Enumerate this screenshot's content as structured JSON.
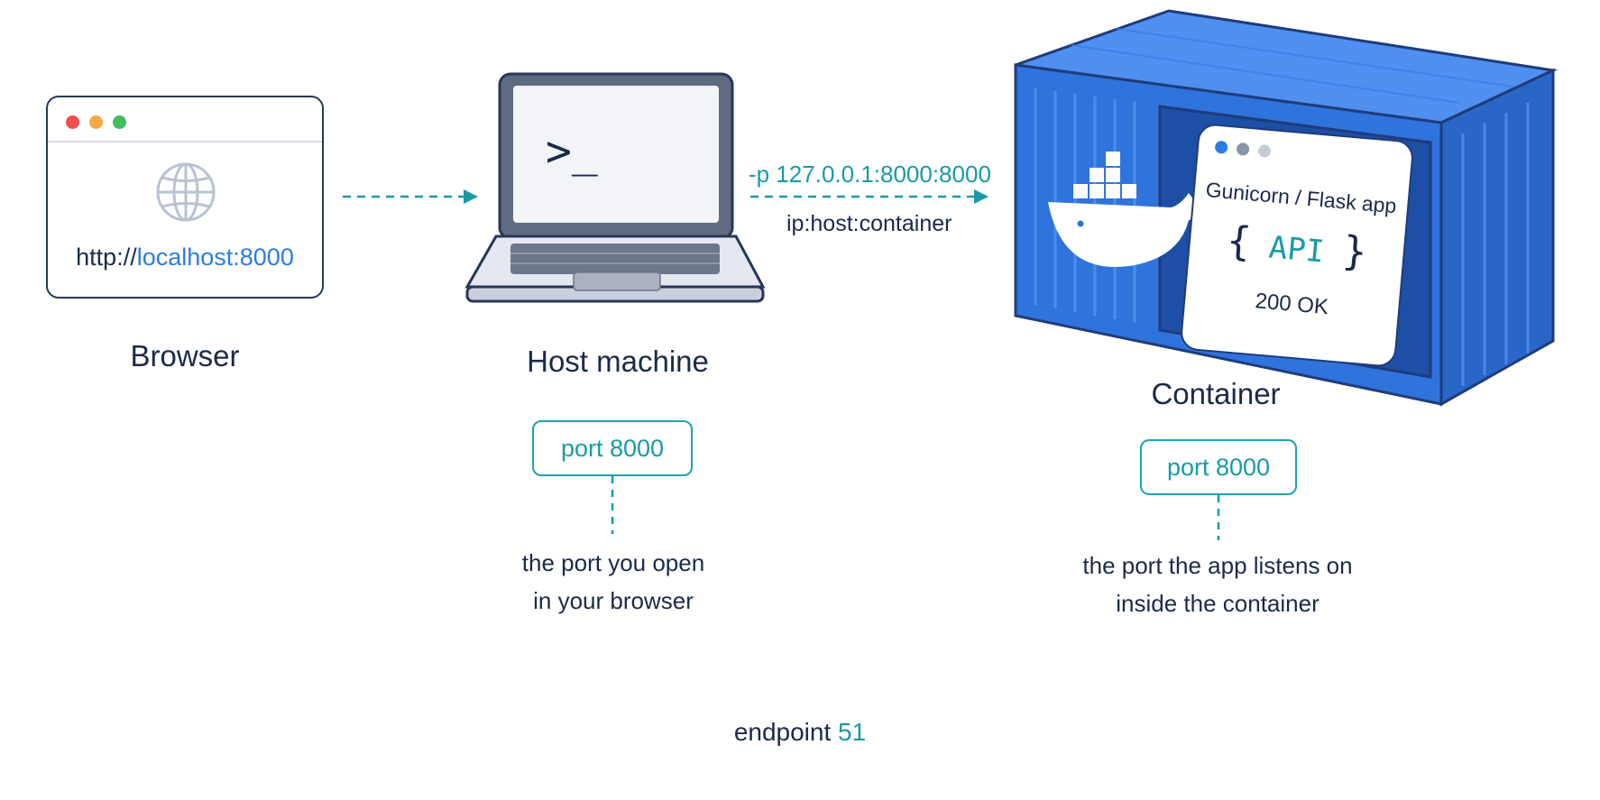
{
  "browser": {
    "caption": "Browser",
    "url_prefix": "http://",
    "url_host": "localhost:8000"
  },
  "host": {
    "caption": "Host machine",
    "port_label": "port 8000",
    "desc_line1": "the port you open",
    "desc_line2": "in your browser",
    "terminal_prompt": ">_"
  },
  "mapping": {
    "flag": "-p 127.0.0.1:8000:8000",
    "format": "ip:host:container"
  },
  "container": {
    "caption": "Container",
    "app_title": "Gunicorn / Flask app",
    "api_label": "API",
    "brace_open": "{",
    "brace_close": "}",
    "status": "200 OK",
    "port_label": "port 8000",
    "desc_line1": "the port the app listens on",
    "desc_line2": "inside the container"
  },
  "footer": {
    "word": "endpoint",
    "number": "51"
  },
  "colors": {
    "navy": "#1b2a4a",
    "teal": "#1a9aa6",
    "link_blue": "#2b7de1",
    "container_blue": "#2f73dd",
    "dot_red": "#f0504e",
    "dot_yellow": "#f5a942",
    "dot_green": "#3fbf5a"
  }
}
